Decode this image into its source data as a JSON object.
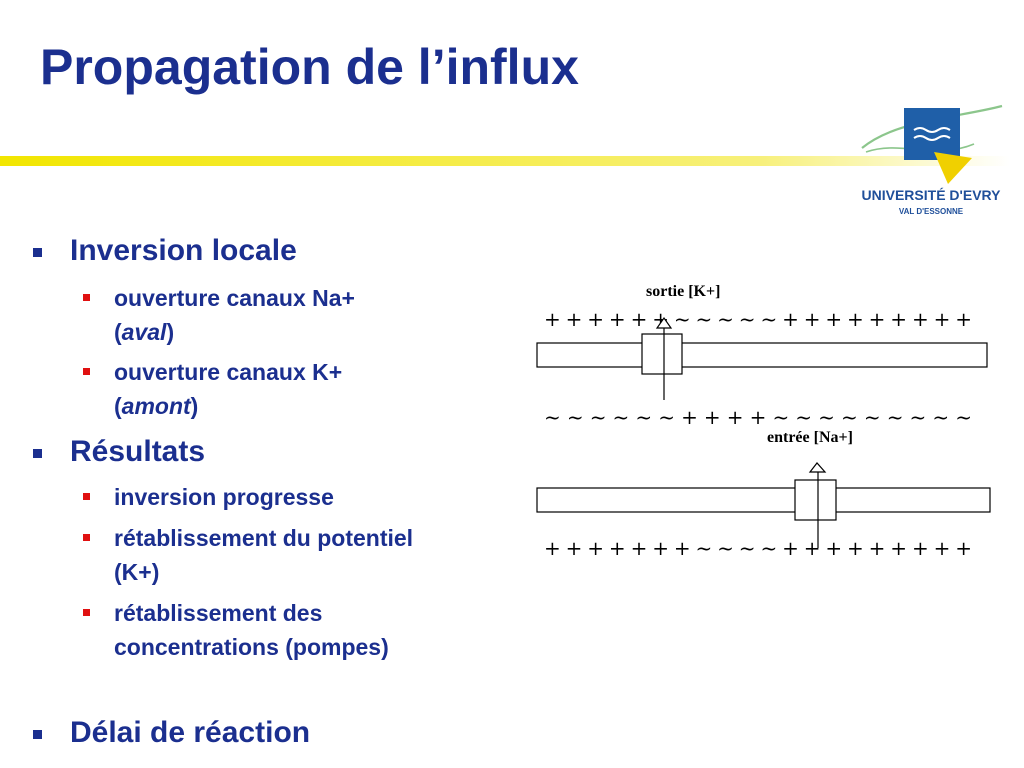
{
  "title": "Propagation de l’influx",
  "logo": {
    "name": "UNIVERSITÉ D'EVRY",
    "subname": "VAL D'ESSONNE",
    "colors": {
      "blue": "#1f5fa8",
      "yellow": "#f0d000",
      "green": "#8cc68c"
    }
  },
  "bullets": {
    "inversion": {
      "label": "Inversion locale",
      "na_pre": "ouverture canaux Na+",
      "na_open": "(",
      "na_em": "aval",
      "na_close": ")",
      "k_pre": "ouverture canaux K+",
      "k_open": "(",
      "k_em": "amont",
      "k_close": ")"
    },
    "resultats": {
      "label": "Résultats",
      "items": [
        "inversion progresse",
        "rétablissement du potentiel",
        "(K+)",
        "rétablissement des",
        "concentrations (pompes)"
      ]
    },
    "delai": {
      "label": "Délai de réaction"
    }
  },
  "diagram": {
    "label_out": "sortie [K+]",
    "label_in": "entrée [Na+]",
    "row_top": "+ + + + + + ~ ~ ~ ~ ~ + + + + + + + + +",
    "row_mid": "~ ~ ~ ~ ~ ~ + + + + ~ ~ ~ ~ ~ ~ ~ ~ ~",
    "row_bottom": "+ + + + + + + ~ ~ ~ ~ + + + + + + + + +"
  },
  "colors": {
    "title": "#1b2f8f",
    "bullet_l1": "#1b2f8f",
    "bullet_l2": "#e01010",
    "rule": "#f2e600"
  }
}
